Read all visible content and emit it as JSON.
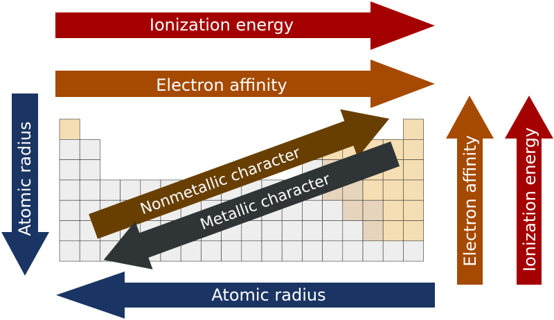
{
  "labels": {
    "ionization_top": "Ionization energy",
    "affinity_top": "Electron affinity",
    "radius_left": "Atomic radius",
    "radius_bottom": "Atomic radius",
    "nonmetallic": "Nonmetallic character",
    "metallic": "Metallic character",
    "affinity_right": "Electron affinity",
    "ionization_right": "Ionization energy"
  },
  "colors": {
    "ionization": "#a50000",
    "affinity": "#a54a00",
    "radius": "#1a3563",
    "nonmetallic": "#683f00",
    "metallic": "#2f3436",
    "cell_metal": "#eeeeee",
    "cell_nonmetal": "#f5deb3",
    "cell_metalloid": "#e7d4bc",
    "cell_border": "#333333"
  }
}
